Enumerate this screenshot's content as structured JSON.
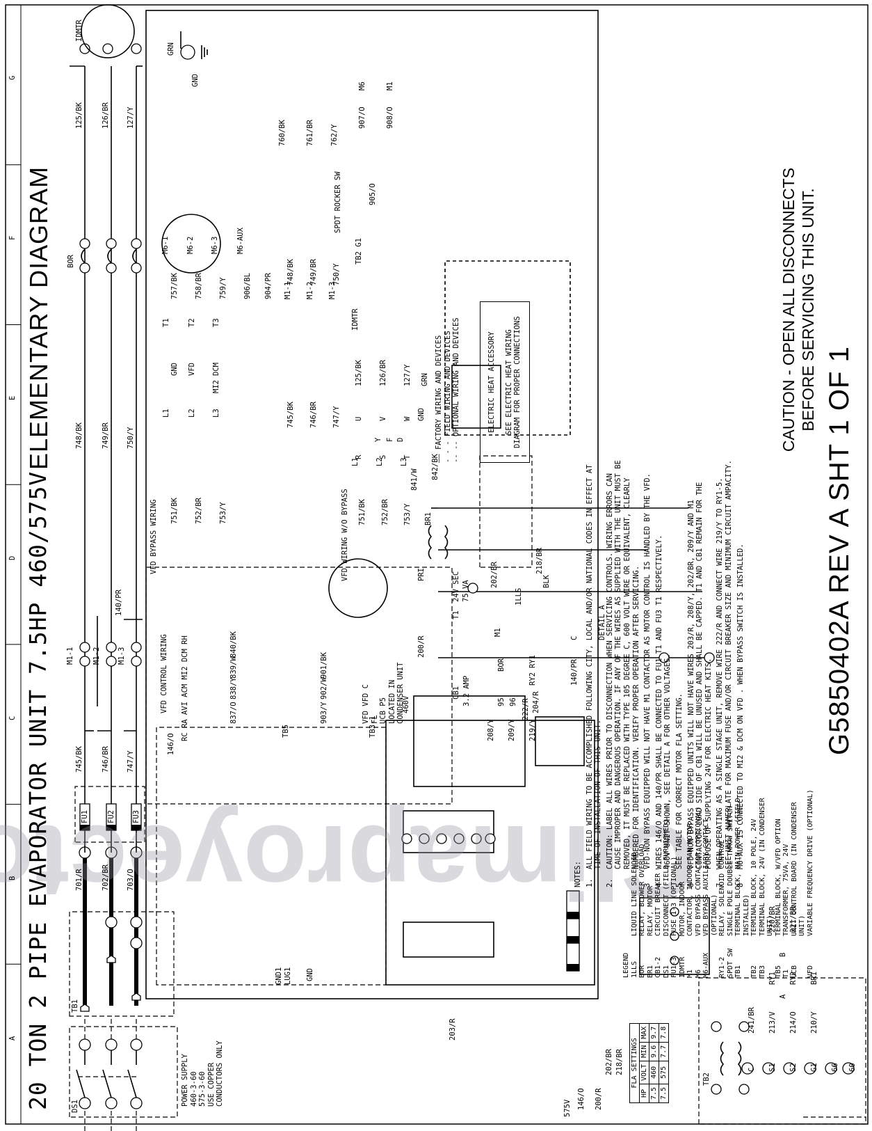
{
  "title": "20 TON 2 PIPE EVAPORATOR UNIT 7.5HP 460/575V",
  "subtitle": "ELEMENTARY DIAGRAM",
  "grid": {
    "columns": [
      "A",
      "B",
      "C",
      "D",
      "E",
      "F",
      "G"
    ]
  },
  "watermark": "Climaproyectos",
  "line_legend": [
    "FACTORY WIRING AND DEVICES",
    "FIELD WIRING AND DEVICES",
    "OPTIONAL WIRING AND DEVICES"
  ],
  "accessory_box": {
    "heading": "ELECTRIC HEAT ACCESSORY",
    "line1": "SEE ELECTRIC HEAT WIRING",
    "line2": "DIAGRAM FOR PROPER CONNECTIONS"
  },
  "power_supply": {
    "lines": [
      "POWER SUPPLY",
      "460-3-60",
      "575-3-60",
      "USE COPPER",
      "CONDUCTORS ONLY"
    ],
    "ds": "DS1",
    "tb": "TB1",
    "gnd": [
      "GND1",
      "LUG1"
    ],
    "gnd_label": "GND"
  },
  "labels": {
    "ds_terms": [
      "L1",
      "L2",
      "L3",
      "T1",
      "T2",
      "T3"
    ],
    "fuses_main": [
      "FU1",
      "FU2",
      "FU3"
    ],
    "wires_fuse_in": [
      "701/R",
      "702/BR",
      "703/O"
    ],
    "wires_fuse_out": [
      "745/BK",
      "746/BR",
      "747/Y"
    ],
    "wire_146": "146/O",
    "wire_140": "140/PR",
    "m1_contacts": [
      "M1-1",
      "M1-2",
      "M1-3"
    ],
    "wires_748_750": [
      "748/BK",
      "749/BR",
      "750/Y"
    ],
    "bor": "BOR",
    "idmtr": "IDMTR",
    "idmtr_wires": [
      "125/BK",
      "126/BR",
      "127/Y"
    ],
    "grn": "GRN",
    "gnd": "GND",
    "vfd_bypass": "VFD BYPASS WIRING",
    "vfd_bypass_fuse_wires": [
      "751/BK",
      "752/BR",
      "753/Y"
    ],
    "vfd_terms_left": [
      "L1",
      "L2",
      "L3"
    ],
    "vfd_terms_right": [
      "T1",
      "T2",
      "T3"
    ],
    "vfd_center": [
      "GND",
      "VFD",
      "DCM",
      "MI2"
    ],
    "m6_contacts": [
      "M6-1",
      "M6-2",
      "M6-3",
      "M6-AUX"
    ],
    "bypass_wires": [
      "757/BK",
      "758/BR",
      "759/Y"
    ],
    "wire_906": "906/BL",
    "wire_904": "904/PR",
    "wires_760": [
      "760/BK",
      "761/BR",
      "762/Y"
    ],
    "spdt": "SPDT ROCKER SW",
    "tb2_g1": [
      "TB2",
      "G1"
    ],
    "wires_905_908": [
      "905/O",
      "907/O",
      "908/O"
    ],
    "m6": "M6",
    "m1": "M1",
    "vfd_control": "VFD CONTROL WIRING",
    "vfd_ctrl_terms": [
      "RC",
      "RA",
      "AVI",
      "ACM",
      "MI2",
      "DCM",
      "RH"
    ],
    "ctrl_wires": [
      "837/O",
      "838/Y",
      "839/W",
      "840/BK"
    ],
    "tb5": "TB5",
    "tb5_nums": [
      "1",
      "2",
      "3",
      "4",
      "5",
      "6"
    ],
    "cond_wires": [
      "903/Y",
      "902/W",
      "901/BK"
    ],
    "ucb": [
      "VFD VFD C",
      "FL",
      "UCB P5",
      "LOCATED IN",
      "CONDENSER UNIT"
    ],
    "tb3": "TB3-1",
    "vfd_wo": "VFD WIRING W/O BYPASS",
    "vfd_wo_wires": [
      "751/BK",
      "752/BR",
      "753/Y"
    ],
    "vfd_wo_l": [
      "L1",
      "L2",
      "L3"
    ],
    "vfd_wo_mid": [
      "Y",
      "F",
      "D"
    ],
    "vfd_wo_s": [
      "R",
      "S",
      "T"
    ],
    "vfd_wo_t": [
      "U",
      "V",
      "W",
      "GND"
    ],
    "wires_841_842": [
      "841/W",
      "842/BK"
    ],
    "br1": "BR1",
    "idmtr_lower": [
      "125/BK",
      "126/BR",
      "127/Y",
      "GRN"
    ],
    "m1_lower": [
      "M1-1",
      "M1-2",
      "M1-3"
    ],
    "wires_745_lower": [
      "745/BK",
      "746/BR",
      "747/Y"
    ],
    "wires_748_lower": [
      "748/BK",
      "749/BR",
      "750/Y"
    ],
    "t1": "T1",
    "pri": "PRI",
    "sec": "24V SEC",
    "va": "75 VA",
    "volt460": "460V",
    "wires_200_218": [
      "200/R",
      "202/BR",
      "218/BR"
    ],
    "m1_coil": "M1",
    "ills": "1LLS",
    "blk": "BLK",
    "cb1": "CB1",
    "amp": "3.2 AMP",
    "wires_ctrl": [
      "203/R",
      "208/Y",
      "209/Y",
      "219/Y",
      "222/R",
      "204/R",
      "140/PR"
    ],
    "bor_nums": [
      "95",
      "96"
    ],
    "ry": [
      "RY1",
      "RY2"
    ],
    "c": "C",
    "detail": "DETAIL A",
    "volt575": "575V",
    "wire_146_200": [
      "146/O",
      "200/R",
      "202/BR",
      "218/BR"
    ],
    "tb2_terms": [
      "C",
      "S1",
      "S2",
      "G1",
      "66",
      "60"
    ],
    "tb2_wires": [
      "241/BR",
      "213/V",
      "214/O",
      "210/Y",
      "220/BR",
      "221/BR"
    ],
    "coils": [
      "RY1",
      "RY2",
      "BR1"
    ],
    "coil_ab": [
      "A",
      "B"
    ]
  },
  "fla": {
    "title": "FLA SETTINGS",
    "headers": [
      "HP",
      "VOLT",
      "MIN",
      "MAX"
    ],
    "rows": [
      [
        "7.5",
        "460",
        "9.6",
        "9.7"
      ],
      [
        "7.5",
        "575",
        "7.7",
        "7.8"
      ]
    ]
  },
  "legend": {
    "title": "LEGEND",
    "items": [
      [
        "1LLS",
        "LIQUID LINE SOLENOID"
      ],
      [
        "BOR",
        "RELAY, BLOWER OVERLOAD"
      ],
      [
        "BR1",
        "RELAY, MOTOR"
      ],
      [
        "CB1-2",
        "CIRCUIT BREAKER"
      ],
      [
        "DS1",
        "DISCONNECT (FIELD FURNISHED)"
      ],
      [
        "FU1-3",
        "FUSE 1-3 (OPTIONAL)"
      ],
      [
        "IDMTR",
        "MOTOR, INDOOR"
      ],
      [
        "M1",
        "CONTACTOR, INDOOR FAN MOTOR"
      ],
      [
        "M6",
        "VFD BYPASS CONTACTOR (OPTIONAL)"
      ],
      [
        "M6-AUX",
        "VFD BYPASS AUXILIARY CONTACT"
      ],
      [
        "",
        "(OPTIONAL)"
      ],
      [
        "RY1-2",
        "RELAY, SOLENOID CONTROL"
      ],
      [
        "SPDT SW",
        "SINGLE POLE DOUBLE THROW SWITCH"
      ],
      [
        "TB1",
        "TERMINAL BLOCK, MAIN POWER (FIELD"
      ],
      [
        "",
        "INSTALLED)"
      ],
      [
        "TB2",
        "TERMINAL BLOCK, 10 POLE, 24V"
      ],
      [
        "TB3",
        "TERMINAL BLOCK, 24V (IN CONDENSER"
      ],
      [
        "",
        "UNIT)"
      ],
      [
        "TB5",
        "TERMINAL BLOCK, W/VFD OPTION"
      ],
      [
        "T1",
        "TRANSFORMER, 75VA, 24V"
      ],
      [
        "UCB",
        "UNIT CONTROL BOARD (IN CONDENSER"
      ],
      [
        "",
        "UNIT)"
      ],
      [
        "VFD",
        "VARIABLE FREQUENCY DRIVE (OPTIONAL)"
      ]
    ]
  },
  "notes": {
    "title": "NOTES:",
    "items": [
      {
        "mark": "1.",
        "lines": [
          "ALL FIELD WIRING TO BE ACCOMPLISHED FOLLOWING CITY, LOCAL AND/OR NATIONAL CODES IN EFFECT AT",
          "TIME OF INSTALLATION OF THIS UNIT."
        ]
      },
      {
        "mark": "2.",
        "lines": [
          "CAUTION: LABEL ALL WIRES PRIOR TO DISCONNECTION WHEN SERVICING CONTROLS. WIRING ERRORS CAN",
          "CAUSE IMPROPER AND DANGEROUS OPERATION. IF ANY OF THE WIRES AS SUPPLIED WITH THE UNIT MUST BE",
          "REMOVED, IT MUST BE REPLACED WITH TYPE 105 DEGREE C, 600 VOLT WIRE OR EQUIVALENT, CLEARLY",
          "NUMBERED FOR IDENTIFICATION. VERIFY PROPER OPERATION AFTER SERVICING."
        ]
      },
      {
        "mark": "3",
        "lines": [
          "VFD-NON BYPASS EQUIPPED WILL NOT HAVE M1 CONTACTOR AS MOTOR CONTROL IS HANDLED BY THE VFD."
        ]
      },
      {
        "mark": "4",
        "lines": [
          "WIRES 146/O AND 140/PR SHALL BE CONNECTED TO FU1 T1 AND FU3 T1 RESPECTIVELY.",
          "460V UNIT SHOWN, SEE DETAIL A FOR OTHER VOLTAGES."
        ]
      },
      {
        "mark": "5",
        "lines": [
          "SEE TABLE FOR CORRECT MOTOR FLA SETTING."
        ]
      },
      {
        "mark": "6",
        "lines": [
          "VFD-NON BYPASS EQUIPPED UNITS WILL NOT HAVE WIRES 203/R, 208/Y, 202/BR, 209/Y AND M1",
          "CONTACTOR LOAD SIDE OF CB1 WILL BE UNUSED AND SHALL BE CAPPED. T1 AND CB1 REMAIN FOR THE",
          "PURPOSE OF SUPPLYING 24V FOR ELECTRIC HEAT KITS."
        ]
      },
      {
        "mark": "7",
        "lines": [
          "WHEN OPERATING AS A SINGLE STAGE UNIT, REMOVE WIRE 222/R AND CONNECT WIRE 219/Y TO RY1-5.",
          "SEE UNIT NAMEPLATE FOR MAXIMUM FUSE AND/OR CIRCUIT BREAKER SIZE AND MINIMUM CIRCUIT AMPACITY."
        ]
      },
      {
        "mark": "8",
        "lines": [
          "M6-AUX IS CONNECTED TO MI2 & DCM ON VFD . WHEN BYPASS SWITCH IS INSTALLED."
        ]
      }
    ]
  },
  "caution": [
    "CAUTION - OPEN ALL DISCONNECTS",
    "BEFORE SERVICING THIS UNIT."
  ],
  "part_number": "G5850402A REV A  SHT 1 OF 1"
}
